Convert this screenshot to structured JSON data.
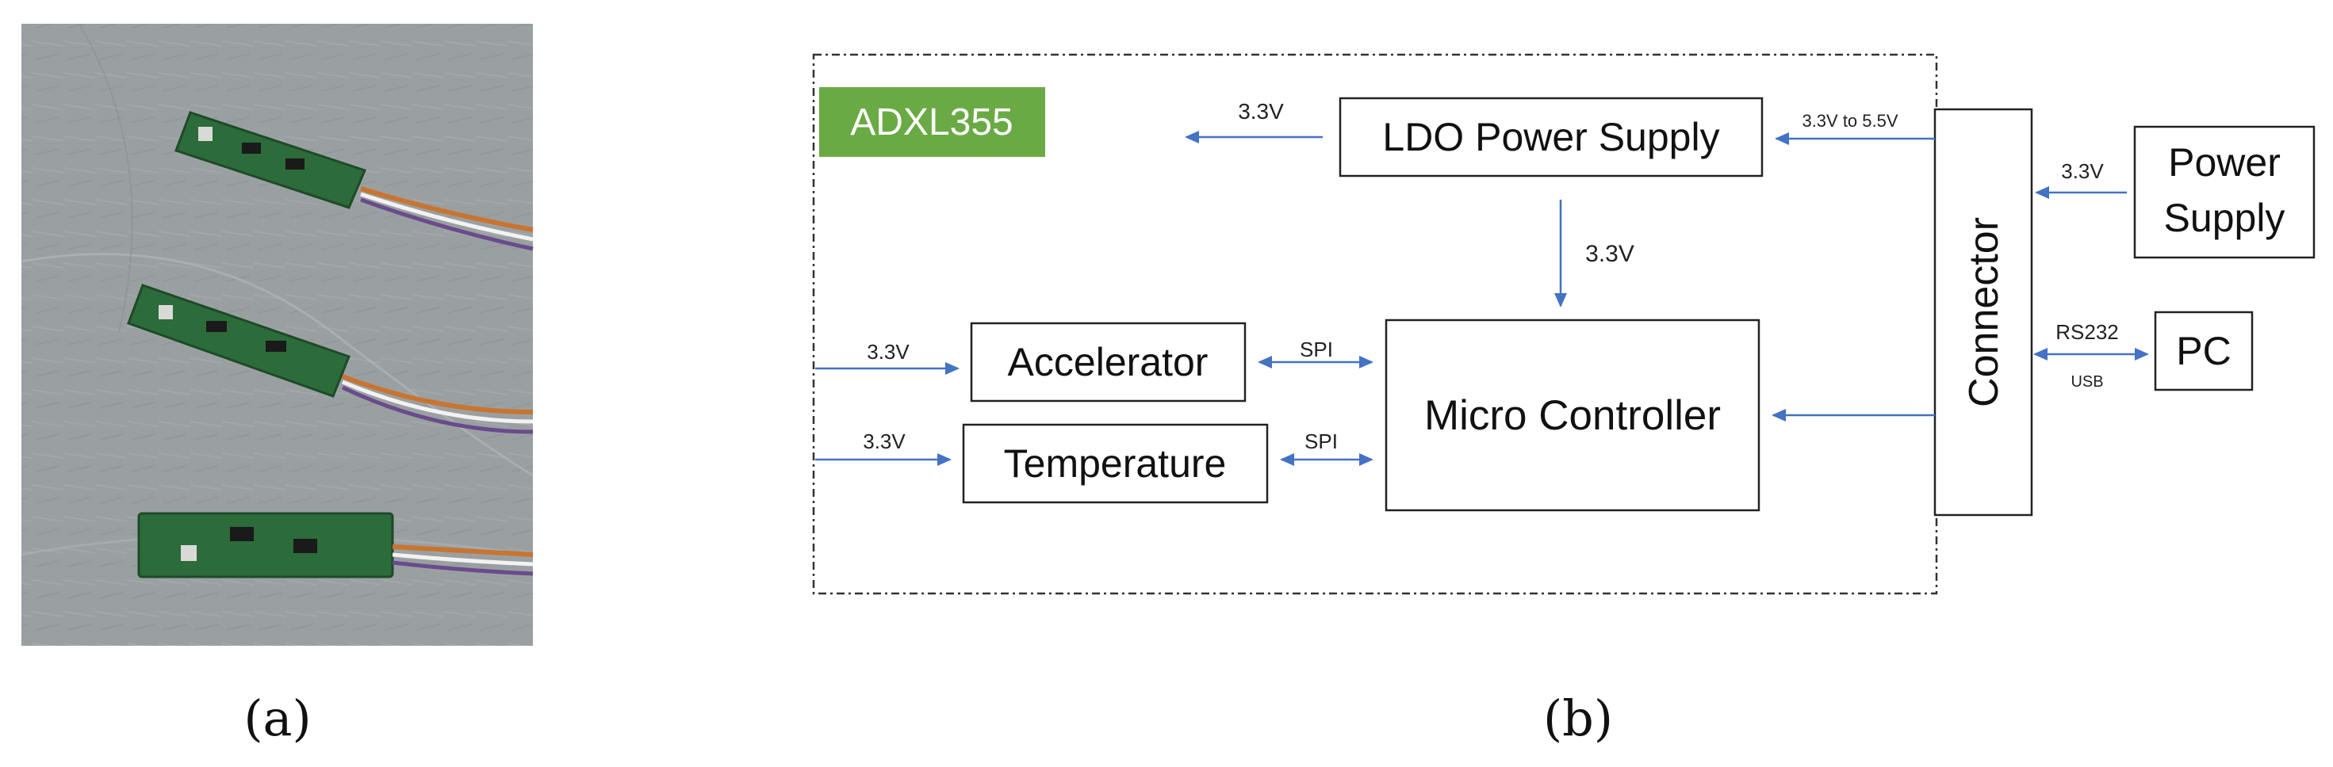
{
  "panel_a": {
    "caption": "(a)",
    "photo_description": "three-pcb-sensor-boards-on-grey-surface"
  },
  "panel_b": {
    "caption": "(b)",
    "module_label": "ADXL355",
    "blocks": {
      "ldo": "LDO Power Supply",
      "accelerator": "Accelerator",
      "temperature": "Temperature",
      "micro": "Micro Controller",
      "connector": "Connector",
      "power_supply_line1": "Power",
      "power_supply_line2": "Supply",
      "pc": "PC"
    },
    "edge_labels": {
      "ldo_out": "3.3V",
      "ldo_in": "3.3V to 5.5V",
      "ldo_to_micro": "3.3V",
      "accel_in": "3.3V",
      "temp_in": "3.3V",
      "accel_spi": "SPI",
      "temp_spi": "SPI",
      "power_in": "3.3V",
      "pc_link_top": "RS232",
      "pc_link_bottom": "USB"
    }
  },
  "colors": {
    "arrow": "#4472c4",
    "module_badge": "#6aaa45",
    "box_stroke": "#222222"
  }
}
